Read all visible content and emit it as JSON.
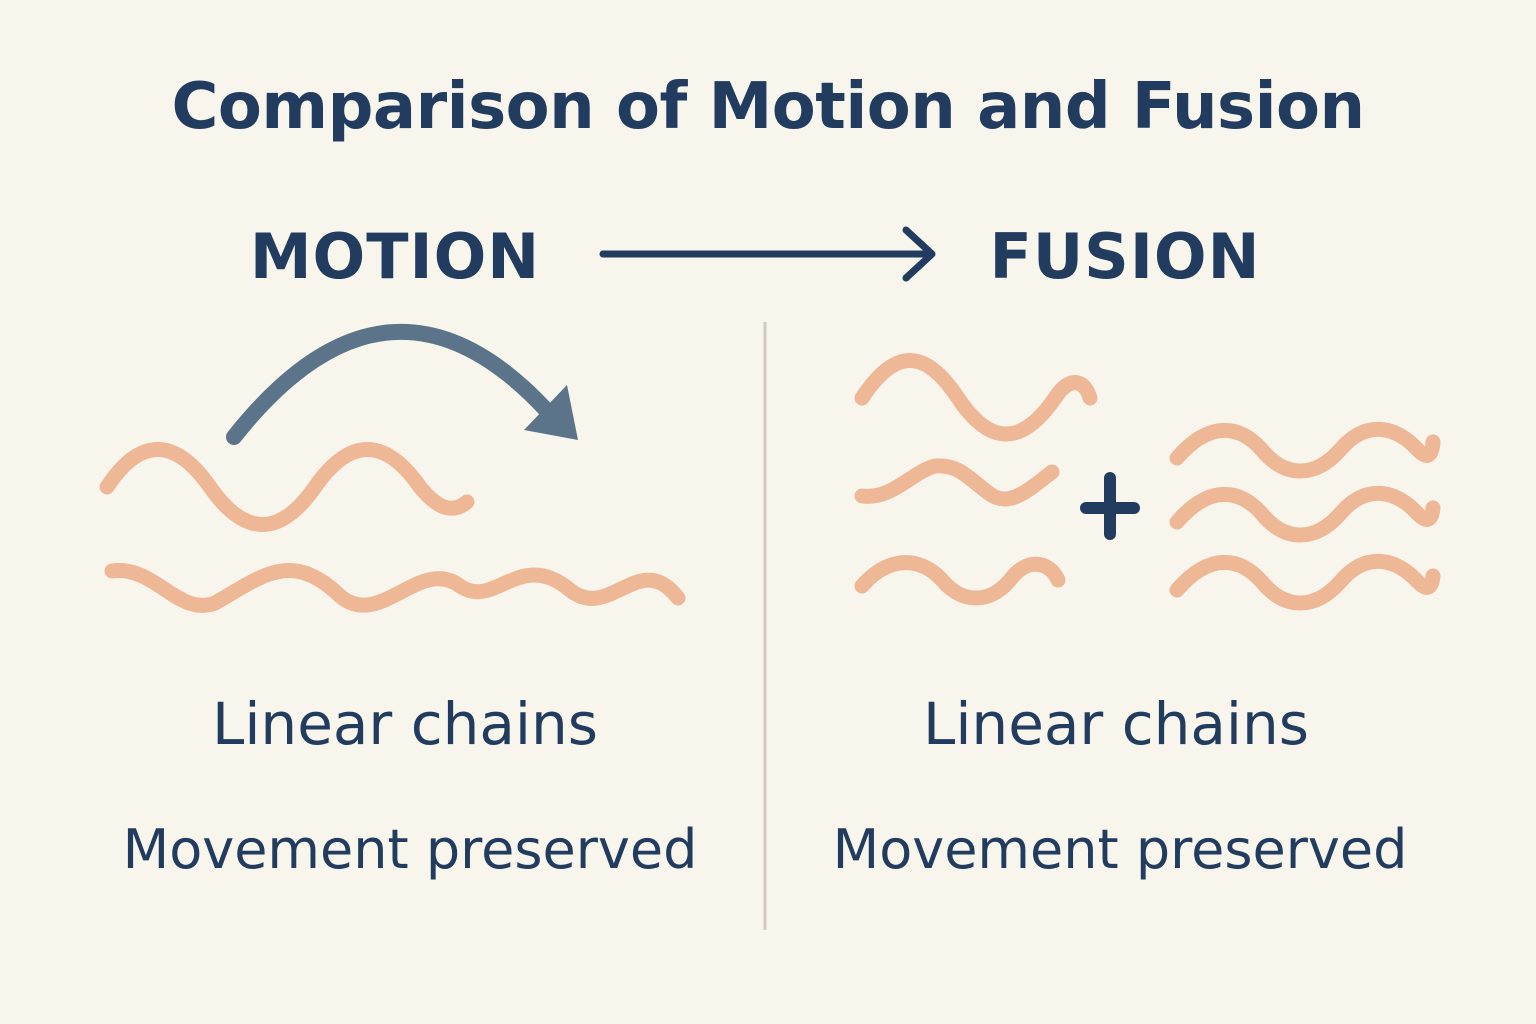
{
  "title": "Comparison of Motion and Fusion",
  "left": {
    "heading": "MOTION",
    "caption": "Linear chains",
    "subcaption": "Movement preserved"
  },
  "right": {
    "heading": "FUSION",
    "caption": "Linear chains",
    "subcaption": "Movement preserved",
    "operator": "+"
  },
  "colors": {
    "background": "#f8f5ec",
    "text": "#213c5e",
    "chain": "#eeb796",
    "curved_arrow": "#5c7489",
    "divider": "#cfcac0"
  },
  "icons": {
    "flow_arrow": "right-arrow-icon",
    "motion_arrow": "curved-arrow-icon"
  }
}
